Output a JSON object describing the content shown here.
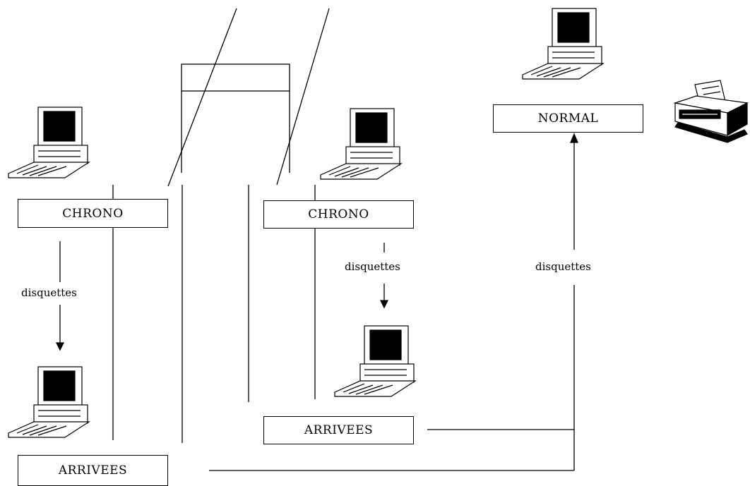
{
  "nodes": {
    "chrono_left": "CHRONO",
    "chrono_mid": "CHRONO",
    "arrivees_left": "ARRIVEES",
    "arrivees_mid": "ARRIVEES",
    "normal": "NORMAL"
  },
  "edges": {
    "chrono_left_to_arrivees_left": "disquettes",
    "chrono_mid_to_computer": "disquettes",
    "arrivees_to_normal": "disquettes"
  },
  "icons": {
    "computer": "computer-icon",
    "printer": "printer-icon"
  }
}
